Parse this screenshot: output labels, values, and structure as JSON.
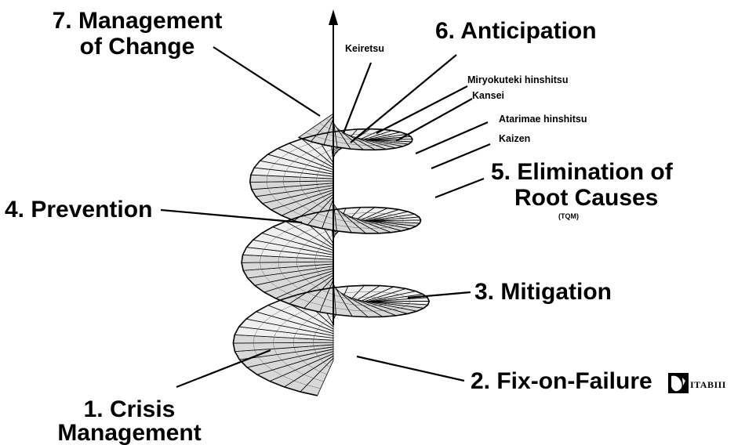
{
  "labels": {
    "management_of_change_line1": "7. Management",
    "management_of_change_line2": "of Change",
    "keiretsu": "Keiretsu",
    "anticipation": "6. Anticipation",
    "miryokuteki": "Miryokuteki hinshitsu",
    "kansei": "Kansei",
    "atarimae": "Atarimae hinshitsu",
    "kaizen": "Kaizen",
    "elimination_line1": "5. Elimination of",
    "elimination_line2": "Root Causes",
    "tqm": "(TQM)",
    "prevention": "4. Prevention",
    "mitigation": "3. Mitigation",
    "fix_on_failure": "2. Fix-on-Failure",
    "crisis_line1": "1. Crisis",
    "crisis_line2": "Management"
  },
  "logo": {
    "text": "ITABIII"
  }
}
